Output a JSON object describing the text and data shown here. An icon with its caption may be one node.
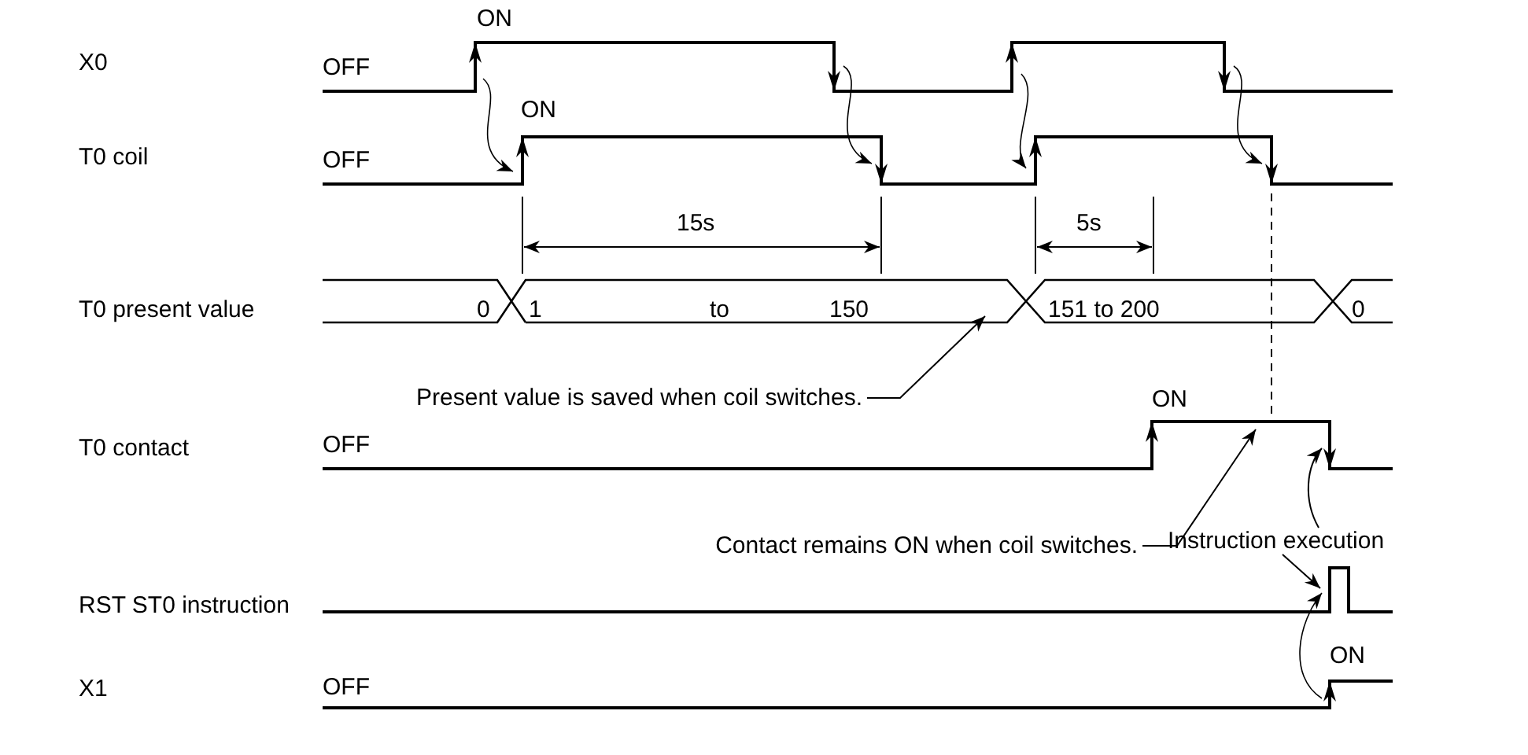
{
  "diagram": {
    "nodes": [
      {
        "text": [
          "Present value is saved when coil switches."
        ]
      },
      {
        "text": [
          "Contact remains ON when coil switches."
        ]
      },
      {
        "text": [
          "Instruction execution"
        ]
      }
    ],
    "edges": [
      {
        "from": 0,
        "to": null,
        "arrow": "to"
      },
      {
        "from": 1,
        "to": null,
        "arrow": "to"
      },
      {
        "from": 2,
        "to": null,
        "arrow": "to"
      },
      {
        "from": 2,
        "to": null,
        "arrow": "to"
      }
    ],
    "labels": [
      "ON",
      "X0",
      "OFF",
      "ON",
      "T0 coil",
      "OFF",
      "15s",
      "5s",
      "T0 present value",
      "0",
      "1",
      "to",
      "150",
      "151 to 200",
      "0",
      "ON",
      "T0 contact",
      "OFF",
      "RST ST0 instruction",
      "ON",
      "X1",
      "OFF"
    ]
  }
}
